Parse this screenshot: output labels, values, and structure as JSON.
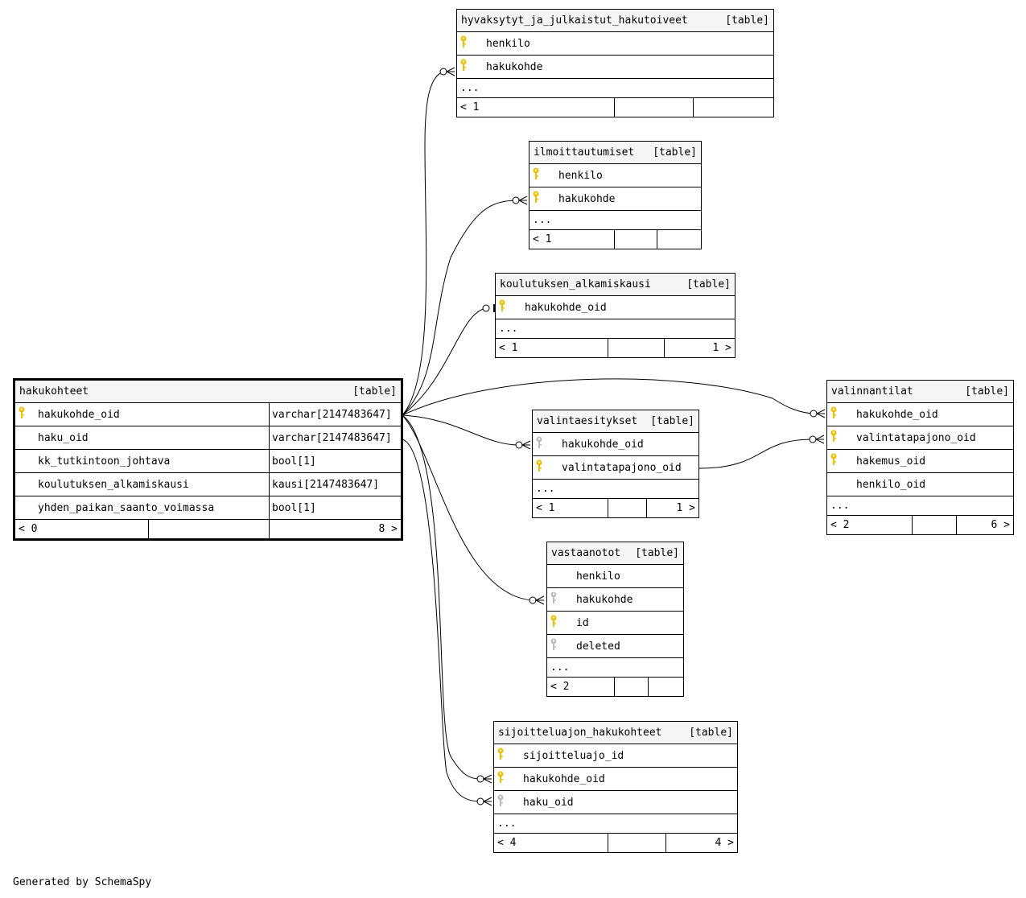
{
  "tables": {
    "hakukohteet": {
      "name": "hakukohteet",
      "tag": "[table]",
      "columns": [
        {
          "key": "pk",
          "name": "hakukohde_oid",
          "type": "varchar[2147483647]"
        },
        {
          "key": "",
          "name": "haku_oid",
          "type": "varchar[2147483647]"
        },
        {
          "key": "",
          "name": "kk_tutkintoon_johtava",
          "type": "bool[1]"
        },
        {
          "key": "",
          "name": "koulutuksen_alkamiskausi",
          "type": "kausi[2147483647]"
        },
        {
          "key": "",
          "name": "yhden_paikan_saanto_voimassa",
          "type": "bool[1]"
        }
      ],
      "footer": {
        "parents": "< 0",
        "children": "8 >"
      }
    },
    "hyvaksytyt": {
      "name": "hyvaksytyt_ja_julkaistut_hakutoiveet",
      "tag": "[table]",
      "columns": [
        {
          "key": "pk",
          "name": "henkilo"
        },
        {
          "key": "pk",
          "name": "hakukohde"
        }
      ],
      "more": "...",
      "footer": {
        "parents": "< 1",
        "children": ""
      }
    },
    "ilmoittautumiset": {
      "name": "ilmoittautumiset",
      "tag": "[table]",
      "columns": [
        {
          "key": "pk",
          "name": "henkilo"
        },
        {
          "key": "pk",
          "name": "hakukohde"
        }
      ],
      "more": "...",
      "footer": {
        "parents": "< 1",
        "children": ""
      }
    },
    "koulutuksen_alkamiskausi": {
      "name": "koulutuksen_alkamiskausi",
      "tag": "[table]",
      "columns": [
        {
          "key": "pk",
          "name": "hakukohde_oid"
        }
      ],
      "more": "...",
      "footer": {
        "parents": "< 1",
        "children": "1 >"
      }
    },
    "valinnantilat": {
      "name": "valinnantilat",
      "tag": "[table]",
      "columns": [
        {
          "key": "pk",
          "name": "hakukohde_oid"
        },
        {
          "key": "pk",
          "name": "valintatapajono_oid"
        },
        {
          "key": "pk",
          "name": "hakemus_oid"
        },
        {
          "key": "",
          "name": "henkilo_oid"
        }
      ],
      "more": "...",
      "footer": {
        "parents": "< 2",
        "children": "6 >"
      }
    },
    "valintaesitykset": {
      "name": "valintaesitykset",
      "tag": "[table]",
      "columns": [
        {
          "key": "fk",
          "name": "hakukohde_oid"
        },
        {
          "key": "pk",
          "name": "valintatapajono_oid"
        }
      ],
      "more": "...",
      "footer": {
        "parents": "< 1",
        "children": "1 >"
      }
    },
    "vastaanotot": {
      "name": "vastaanotot",
      "tag": "[table]",
      "columns": [
        {
          "key": "",
          "name": "henkilo"
        },
        {
          "key": "fk",
          "name": "hakukohde"
        },
        {
          "key": "pk",
          "name": "id"
        },
        {
          "key": "fk",
          "name": "deleted"
        }
      ],
      "more": "...",
      "footer": {
        "parents": "< 2",
        "children": ""
      }
    },
    "sijoitteluajon_hakukohteet": {
      "name": "sijoitteluajon_hakukohteet",
      "tag": "[table]",
      "columns": [
        {
          "key": "pk",
          "name": "sijoitteluajo_id"
        },
        {
          "key": "pk",
          "name": "hakukohde_oid"
        },
        {
          "key": "fk",
          "name": "haku_oid"
        }
      ],
      "more": "...",
      "footer": {
        "parents": "< 4",
        "children": "4 >"
      }
    }
  },
  "icons": {
    "primary_key": "key-icon",
    "foreign_key": "key-icon"
  },
  "colors": {
    "primary_key": "#f0c000",
    "foreign_key": "#bdbdbd",
    "header_bg": "#f5f5f5"
  },
  "footer_note": "Generated by SchemaSpy"
}
